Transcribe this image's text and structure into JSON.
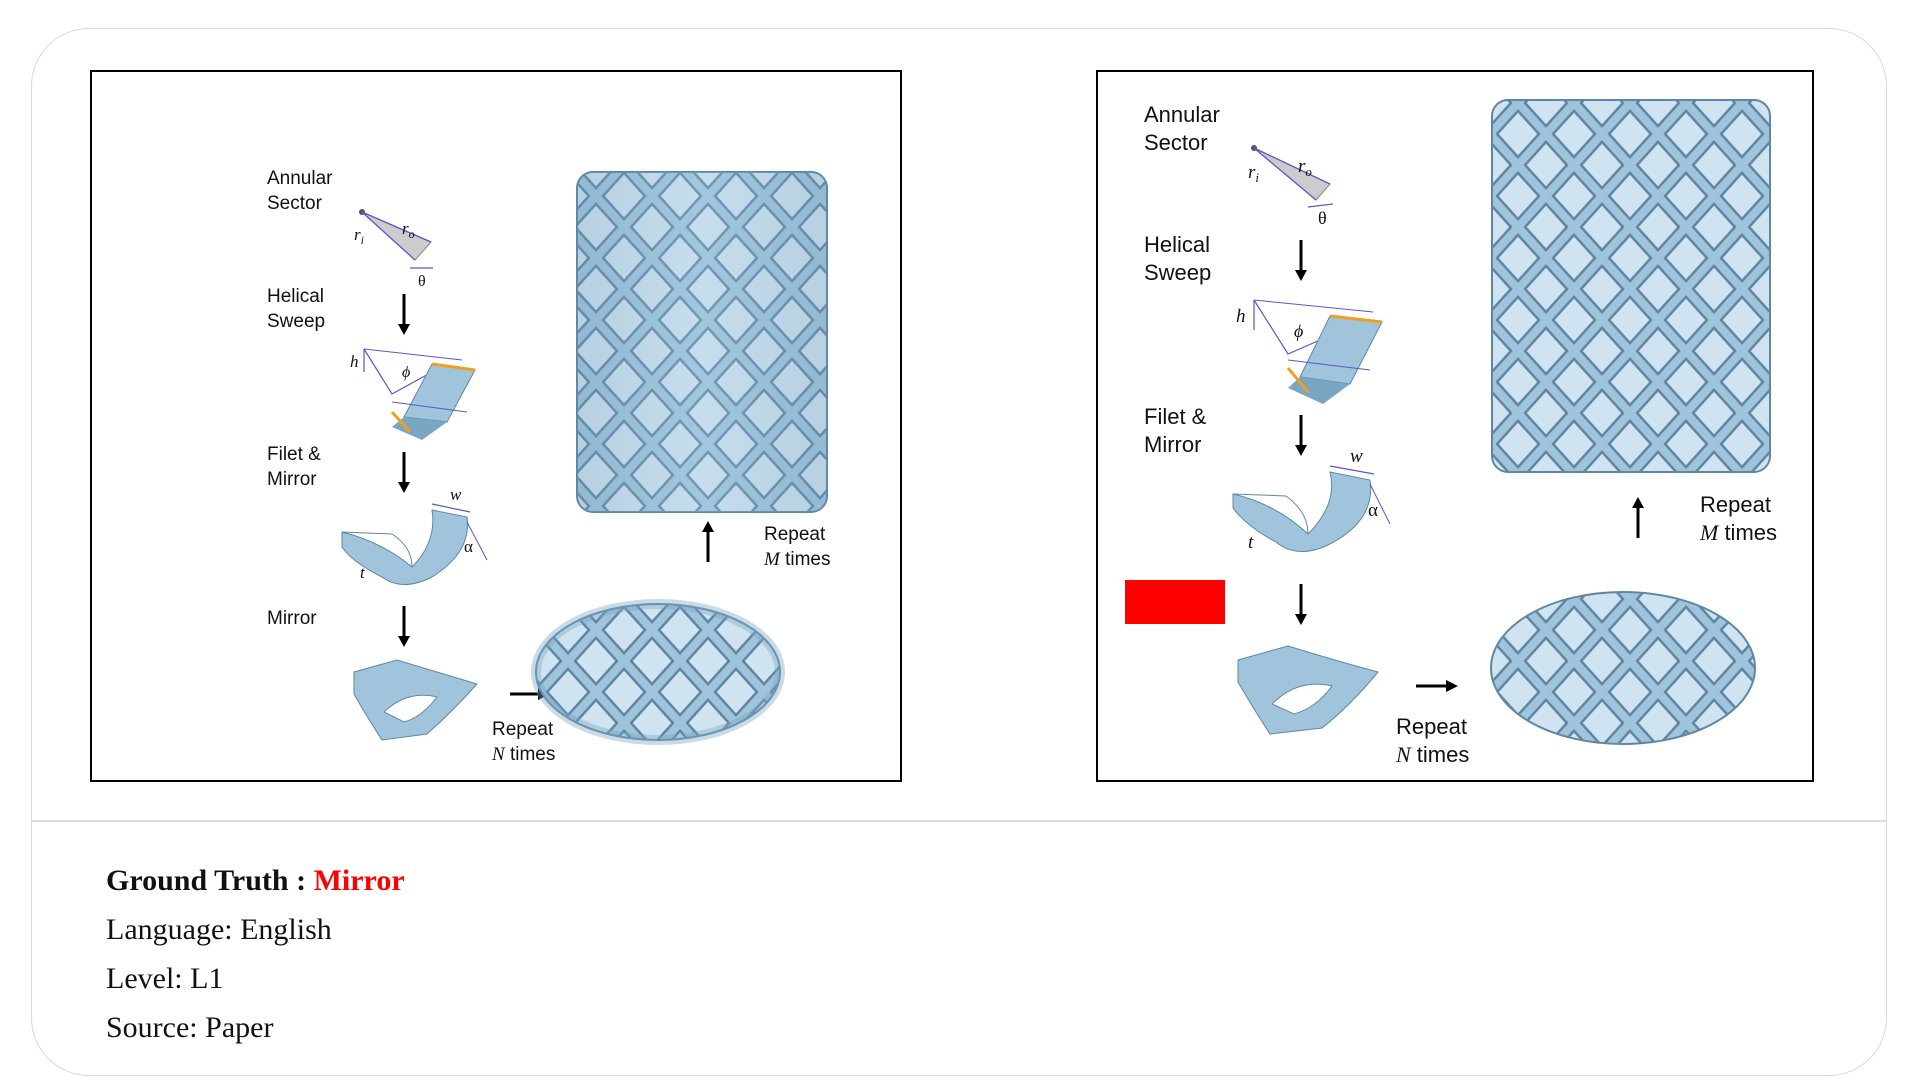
{
  "figures": [
    {
      "id": "original",
      "labels": {
        "annular_sector": [
          "Annular",
          "Sector"
        ],
        "helical_sweep": [
          "Helical",
          "Sweep"
        ],
        "filet_mirror": [
          "Filet &",
          "Mirror"
        ],
        "mirror": "Mirror",
        "repeat_n": [
          "Repeat",
          "N times"
        ],
        "repeat_m": [
          "Repeat",
          "M times"
        ]
      },
      "symbols": {
        "ri": "r",
        "ri_sub": "i",
        "ro": "r",
        "ro_sub": "o",
        "theta": "θ",
        "h": "h",
        "phi": "ϕ",
        "w": "w",
        "alpha": "α",
        "t": "t"
      }
    },
    {
      "id": "masked",
      "labels": {
        "annular_sector": [
          "Annular",
          "Sector"
        ],
        "helical_sweep": [
          "Helical",
          "Sweep"
        ],
        "filet_mirror": [
          "Filet &",
          "Mirror"
        ],
        "repeat_n": [
          "Repeat",
          "N times"
        ],
        "repeat_m": [
          "Repeat",
          "M times"
        ]
      },
      "symbols": {
        "ri": "r",
        "ri_sub": "i",
        "ro": "r",
        "ro_sub": "o",
        "theta": "θ",
        "h": "h",
        "phi": "ϕ",
        "w": "w",
        "alpha": "α",
        "t": "t"
      },
      "mask_color": "#ff0000"
    }
  ],
  "info": {
    "ground_truth_label": "Ground Truth :",
    "ground_truth_value": "Mirror",
    "ground_truth_color": "#ff0000",
    "language": "Language: English",
    "level": "Level: L1",
    "source": "Source: Paper"
  },
  "colors": {
    "part_fill": "#9fc4dc",
    "part_dark": "#6f9ab7",
    "part_light": "#d6e8f3",
    "edge_orange": "#f0a020",
    "construct_line": "#5b57c8"
  }
}
